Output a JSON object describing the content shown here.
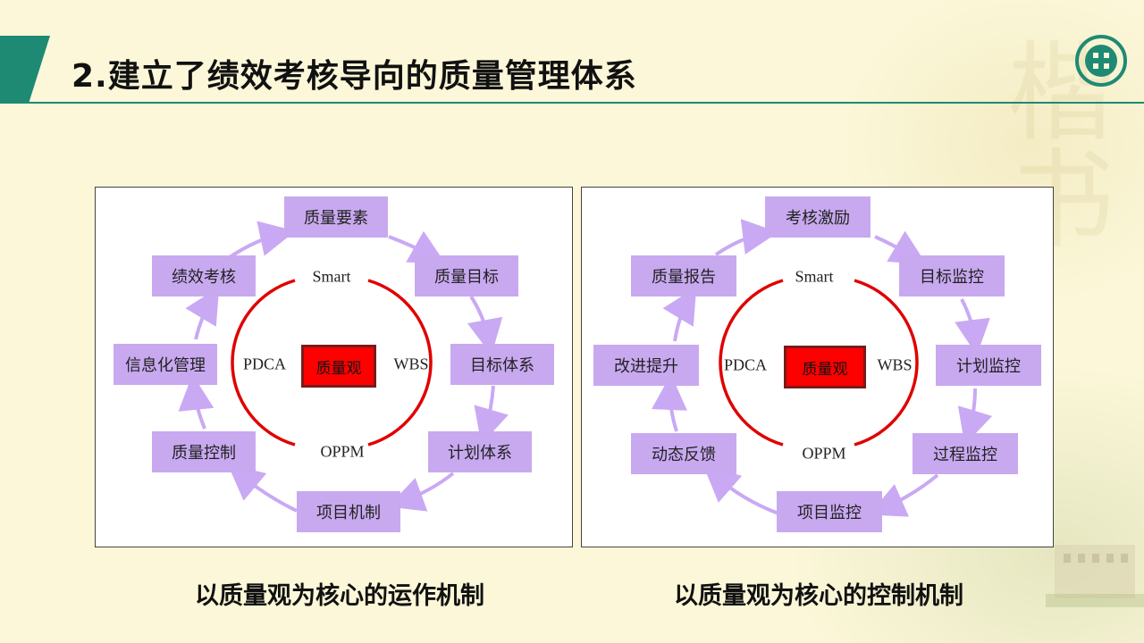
{
  "title": "2.建立了绩效考核导向的质量管理体系",
  "colors": {
    "accent": "#1e8a74",
    "box": "#c8a9f0",
    "core": "#ff0000",
    "arc": "#e00000",
    "arrow": "#c9a9f3"
  },
  "left": {
    "core": "质量观",
    "ring": {
      "top": "Smart",
      "left": "PDCA",
      "right": "WBS",
      "bottom": "OPPM"
    },
    "nodes": [
      "质量要素",
      "质量目标",
      "目标体系",
      "计划体系",
      "项目机制",
      "质量控制",
      "信息化管理",
      "绩效考核"
    ],
    "caption": "以质量观为核心的运作机制"
  },
  "right": {
    "core": "质量观",
    "ring": {
      "top": "Smart",
      "left": "PDCA",
      "right": "WBS",
      "bottom": "OPPM"
    },
    "nodes": [
      "考核激励",
      "目标监控",
      "计划监控",
      "过程监控",
      "项目监控",
      "动态反馈",
      "改进提升",
      "质量报告"
    ],
    "caption": "以质量观为核心的控制机制"
  }
}
